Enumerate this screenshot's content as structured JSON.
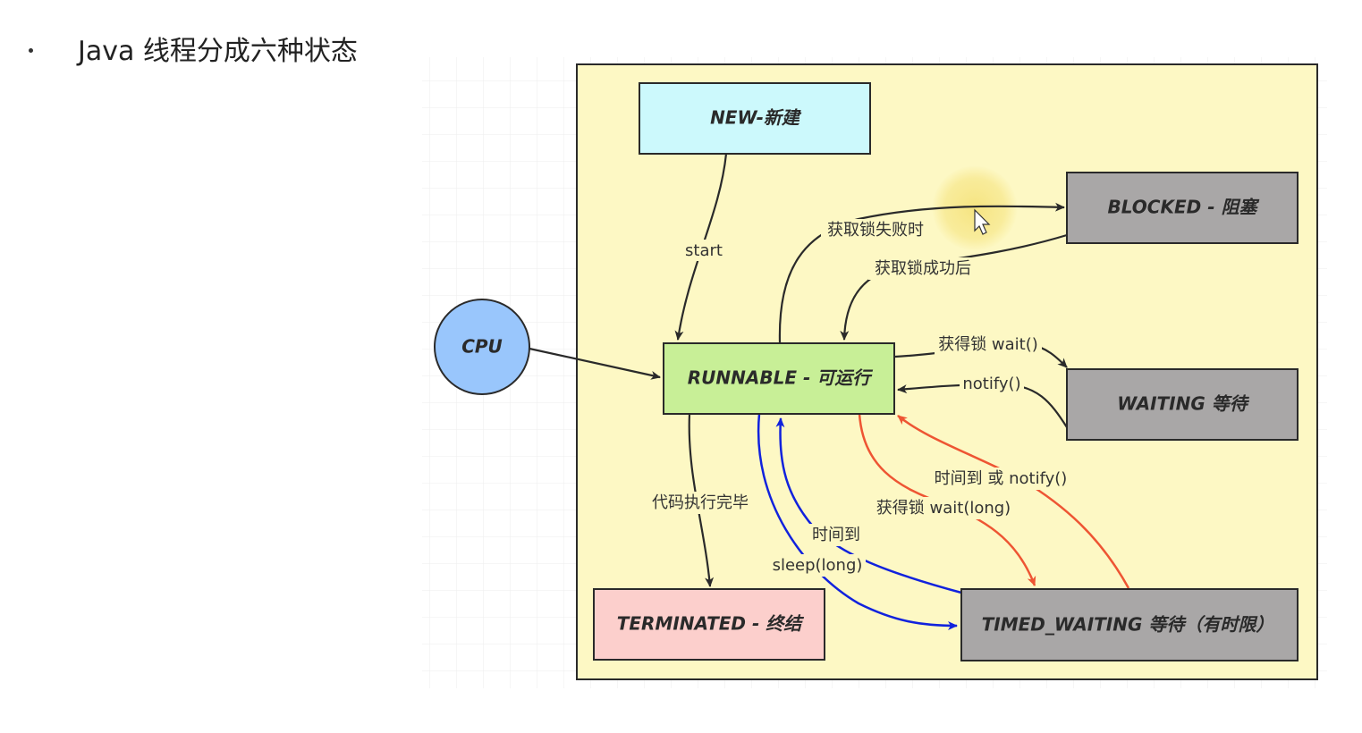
{
  "heading": {
    "bullet": "•",
    "text": "Java 线程分成六种状态"
  },
  "nodes": {
    "new": "NEW-新建",
    "blocked": "BLOCKED - 阻塞",
    "cpu": "CPU",
    "runnable": "RUNNABLE - 可运行",
    "waiting": "WAITING 等待",
    "terminated": "TERMINATED - 终结",
    "timed_waiting": "TIMED_WAITING 等待（有时限）"
  },
  "edge_labels": {
    "start": "start",
    "lock_fail": "获取锁失败时",
    "lock_success": "获取锁成功后",
    "wait": "获得锁 wait()",
    "notify": "notify()",
    "timeout_notify": "时间到 或 notify()",
    "wait_long": "获得锁 wait(long)",
    "time_up": "时间到",
    "sleep_long": "sleep(long)",
    "code_done": "代码执行完毕"
  },
  "colors": {
    "container_fill": "#fdf8c4",
    "new_fill": "#ccf9fc",
    "runnable_fill": "#c8ef97",
    "state_gray": "#a9a7a7",
    "terminated_fill": "#fccfcc",
    "cpu_fill": "#99c6fc",
    "blue_edge": "#1122dd",
    "red_edge": "#ee5533",
    "dark_edge": "#2a2a2a",
    "highlight": "#f5e27a"
  }
}
